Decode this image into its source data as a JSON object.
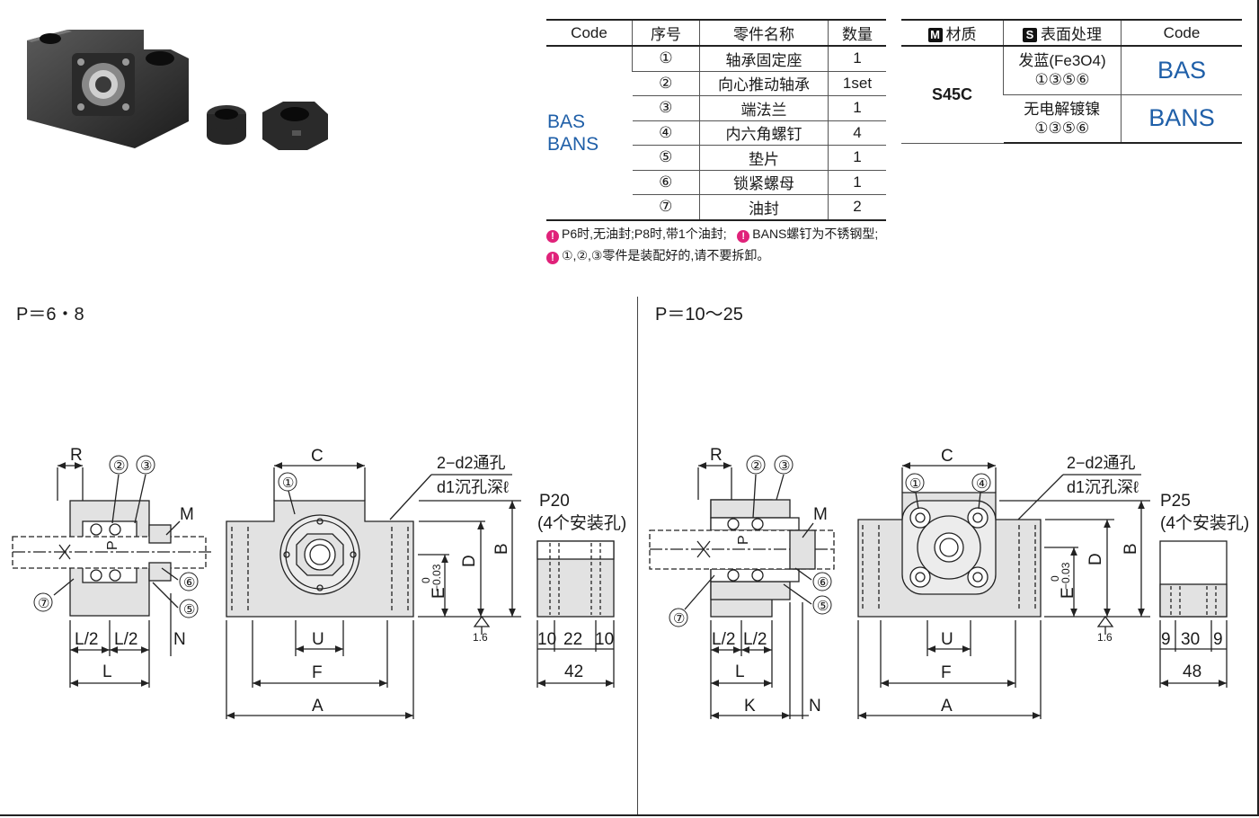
{
  "parts_table": {
    "headers": [
      "Code",
      "序号",
      "零件名称",
      "数量"
    ],
    "codes": [
      "BAS",
      "BANS"
    ],
    "rows": [
      {
        "no": "①",
        "name": "轴承固定座",
        "qty": "1"
      },
      {
        "no": "②",
        "name": "向心推动轴承",
        "qty": "1set"
      },
      {
        "no": "③",
        "name": "端法兰",
        "qty": "1"
      },
      {
        "no": "④",
        "name": "内六角螺钉",
        "qty": "4"
      },
      {
        "no": "⑤",
        "name": "垫片",
        "qty": "1"
      },
      {
        "no": "⑥",
        "name": "锁紧螺母",
        "qty": "1"
      },
      {
        "no": "⑦",
        "name": "油封",
        "qty": "2"
      }
    ]
  },
  "material_table": {
    "header_material_tag": "M",
    "header_material": "材质",
    "header_surface_tag": "S",
    "header_surface": "表面处理",
    "header_code": "Code",
    "material": "S45C",
    "rows": [
      {
        "surface": "发蓝(Fe3O4)",
        "parts": "①③⑤⑥",
        "code": "BAS"
      },
      {
        "surface": "无电解镀镍",
        "parts": "①③⑤⑥",
        "code": "BANS"
      }
    ]
  },
  "notes": [
    "P6时,无油封;P8时,带1个油封;",
    "BANS螺钉为不锈钢型;",
    "①,②,③零件是装配好的,请不要拆卸。"
  ],
  "left_drawing": {
    "title": "P＝6・8",
    "labels": {
      "R": "R",
      "n2": "②",
      "n3": "③",
      "M": "M",
      "P": "P",
      "n6": "⑥",
      "n5": "⑤",
      "n7": "⑦",
      "L2a": "L/2",
      "L2b": "L/2",
      "N": "N",
      "L": "L",
      "C": "C",
      "n1": "①",
      "hole1": "2−d2通孔",
      "hole2": "d1沉孔深ℓ",
      "U": "U",
      "F": "F",
      "A": "A",
      "E": "E",
      "tol_top": "0",
      "tol_bot": "−0.03",
      "D": "D",
      "B": "B",
      "rough": "1.6",
      "side_title1": "P20",
      "side_title2": "(4个安装孔)",
      "s1": "10",
      "s2": "22",
      "s3": "10",
      "s_total": "42"
    }
  },
  "right_drawing": {
    "title": "P＝10～25",
    "labels": {
      "R": "R",
      "n2": "②",
      "n3": "③",
      "M": "M",
      "P": "P",
      "n6": "⑥",
      "n5": "⑤",
      "n7": "⑦",
      "L2a": "L/2",
      "L2b": "L/2",
      "L": "L",
      "K": "K",
      "N": "N",
      "C": "C",
      "n1": "①",
      "n4": "④",
      "hole1": "2−d2通孔",
      "hole2": "d1沉孔深ℓ",
      "U": "U",
      "F": "F",
      "A": "A",
      "E": "E",
      "tol_top": "0",
      "tol_bot": "−0.03",
      "D": "D",
      "B": "B",
      "rough": "1.6",
      "side_title1": "P25",
      "side_title2": "(4个安装孔)",
      "s1": "9",
      "s2": "30",
      "s3": "9",
      "s_total": "48"
    }
  }
}
